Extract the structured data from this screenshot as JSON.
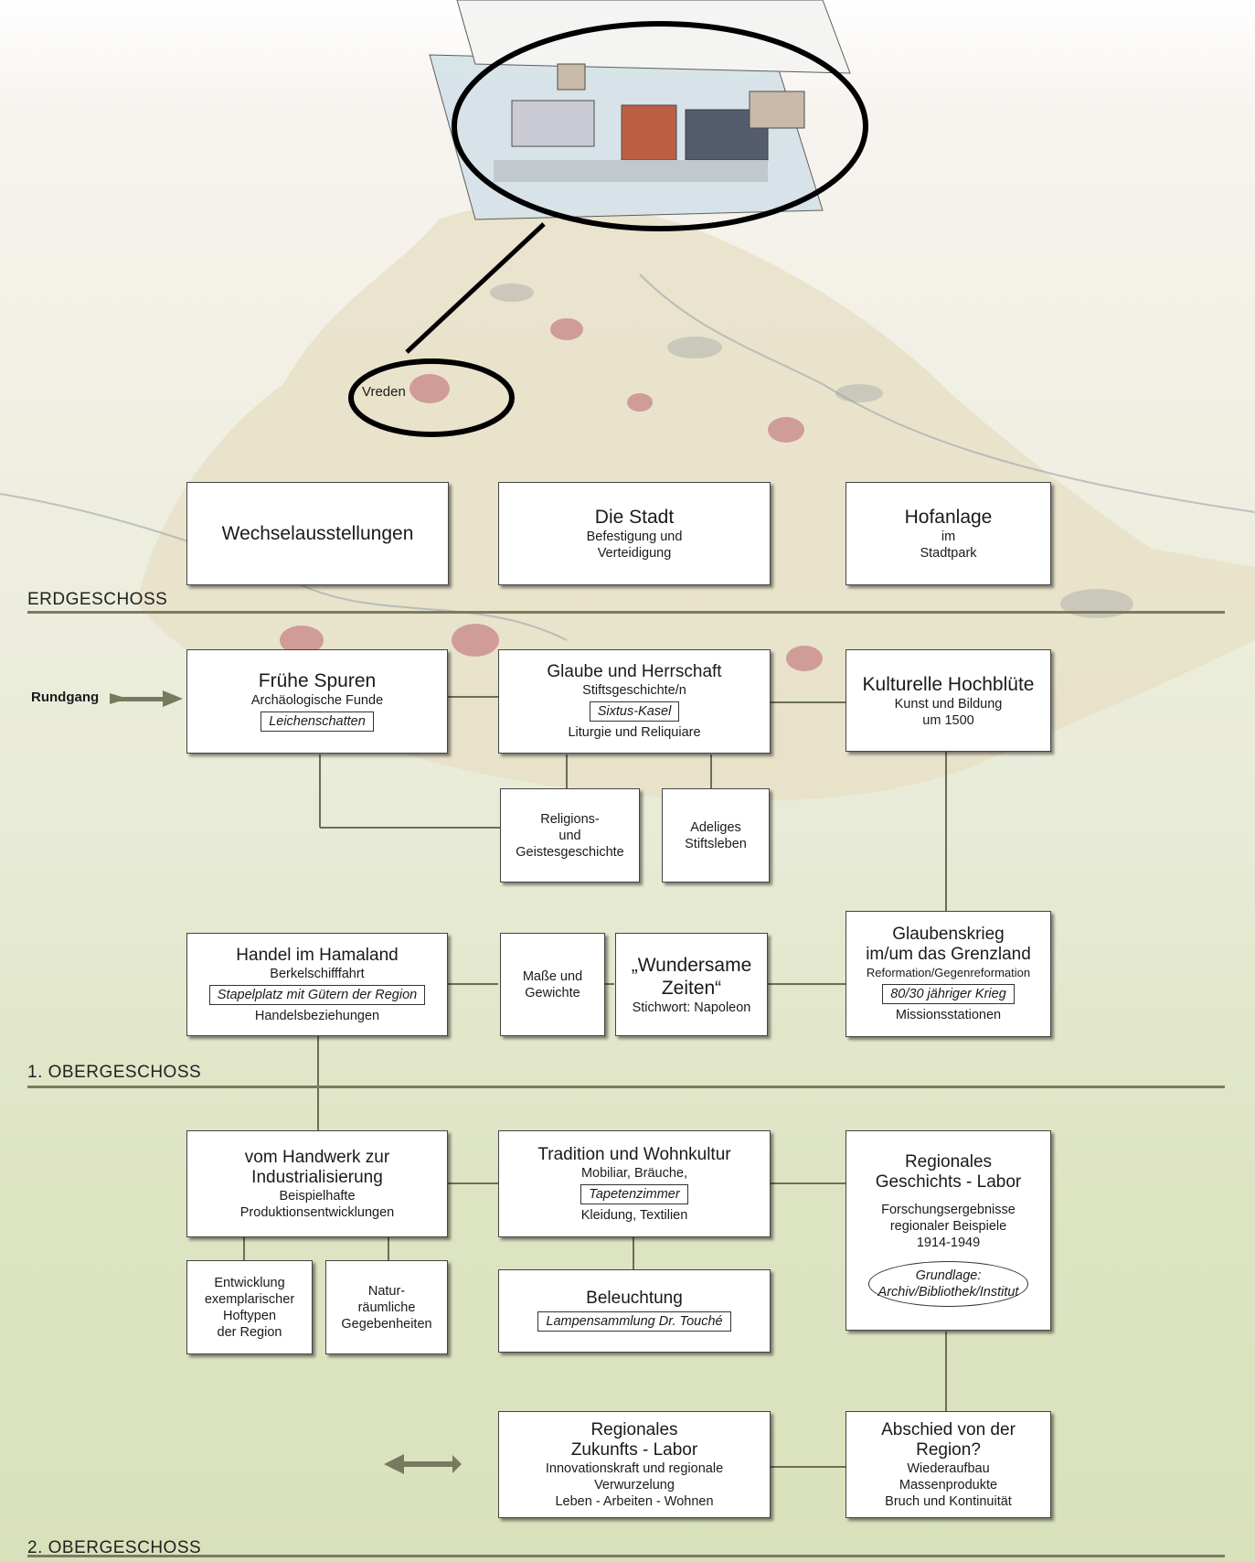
{
  "map": {
    "place_label": "Vreden"
  },
  "floors": [
    {
      "label": "ERDGESCHOSS"
    },
    {
      "label": "1. OBERGESCHOSS"
    },
    {
      "label": "2. OBERGESCHOSS"
    }
  ],
  "rundgang_label": "Rundgang",
  "eg": {
    "wechsel": {
      "title": "Wechselausstellungen"
    },
    "stadt": {
      "title": "Die Stadt",
      "lines": [
        "Befestigung und",
        "Verteidigung"
      ]
    },
    "hof": {
      "title": "Hofanlage",
      "lines": [
        "im",
        "Stadtpark"
      ]
    }
  },
  "og1": {
    "fruehe": {
      "title": "Frühe Spuren",
      "sub": "Archäologische Funde",
      "tag": "Leichenschatten"
    },
    "glaube": {
      "title": "Glaube und Herrschaft",
      "sub": "Stiftsgeschichte/n",
      "tag": "Sixtus-Kasel",
      "sub2": "Liturgie und Reliquiare"
    },
    "kultur": {
      "title": "Kulturelle Hochblüte",
      "lines": [
        "Kunst und Bildung",
        "um 1500"
      ]
    },
    "religion": {
      "lines": [
        "Religions-",
        "und",
        "Geistesgeschichte"
      ]
    },
    "adel": {
      "lines": [
        "Adeliges",
        "Stiftsleben"
      ]
    },
    "handel": {
      "title": "Handel im Hamaland",
      "sub": "Berkelschifffahrt",
      "tag": "Stapelplatz mit Gütern der Region",
      "sub2": "Handelsbeziehungen"
    },
    "masse": {
      "lines": [
        "Maße und",
        "Gewichte"
      ]
    },
    "wunder": {
      "title1": "„Wundersame",
      "title2": "Zeiten“",
      "sub": "Stichwort: Napoleon"
    },
    "glaubenskrieg": {
      "title1": "Glaubenskrieg",
      "title2": "im/um das Grenzland",
      "sub": "Reformation/Gegenreformation",
      "tag": "80/30 jähriger Krieg",
      "sub2": "Missionsstationen"
    }
  },
  "og2": {
    "handwerk": {
      "title1": "vom Handwerk zur",
      "title2": "Industrialisierung",
      "lines": [
        "Beispielhafte",
        "Produktionsentwicklungen"
      ]
    },
    "tradition": {
      "title": "Tradition und Wohnkultur",
      "sub": "Mobiliar, Bräuche,",
      "tag": "Tapetenzimmer",
      "sub2": "Kleidung, Textilien"
    },
    "geschlabor": {
      "title1": "Regionales",
      "title2": "Geschichts - Labor",
      "lines": [
        "Forschungsergebnisse",
        "regionaler Beispiele",
        "1914-1949"
      ],
      "oval1": "Grundlage:",
      "oval2": "Archiv/Bibliothek/Institut"
    },
    "entwicklung": {
      "lines": [
        "Entwicklung",
        "exemplarischer",
        "Hoftypen",
        "der Region"
      ]
    },
    "natur": {
      "lines": [
        "Natur-",
        "räumliche",
        "Gegebenheiten"
      ]
    },
    "beleuchtung": {
      "title": "Beleuchtung",
      "tag": "Lampensammlung Dr. Touché"
    },
    "zukunft": {
      "title1": "Regionales",
      "title2": "Zukunfts - Labor",
      "lines": [
        "Innovationskraft und regionale",
        "Verwurzelung",
        "Leben - Arbeiten - Wohnen"
      ]
    },
    "abschied": {
      "title1": "Abschied von der",
      "title2": "Region?",
      "lines": [
        "Wiederaufbau",
        "Massenprodukte",
        "Bruch und Kontinuität"
      ]
    }
  }
}
